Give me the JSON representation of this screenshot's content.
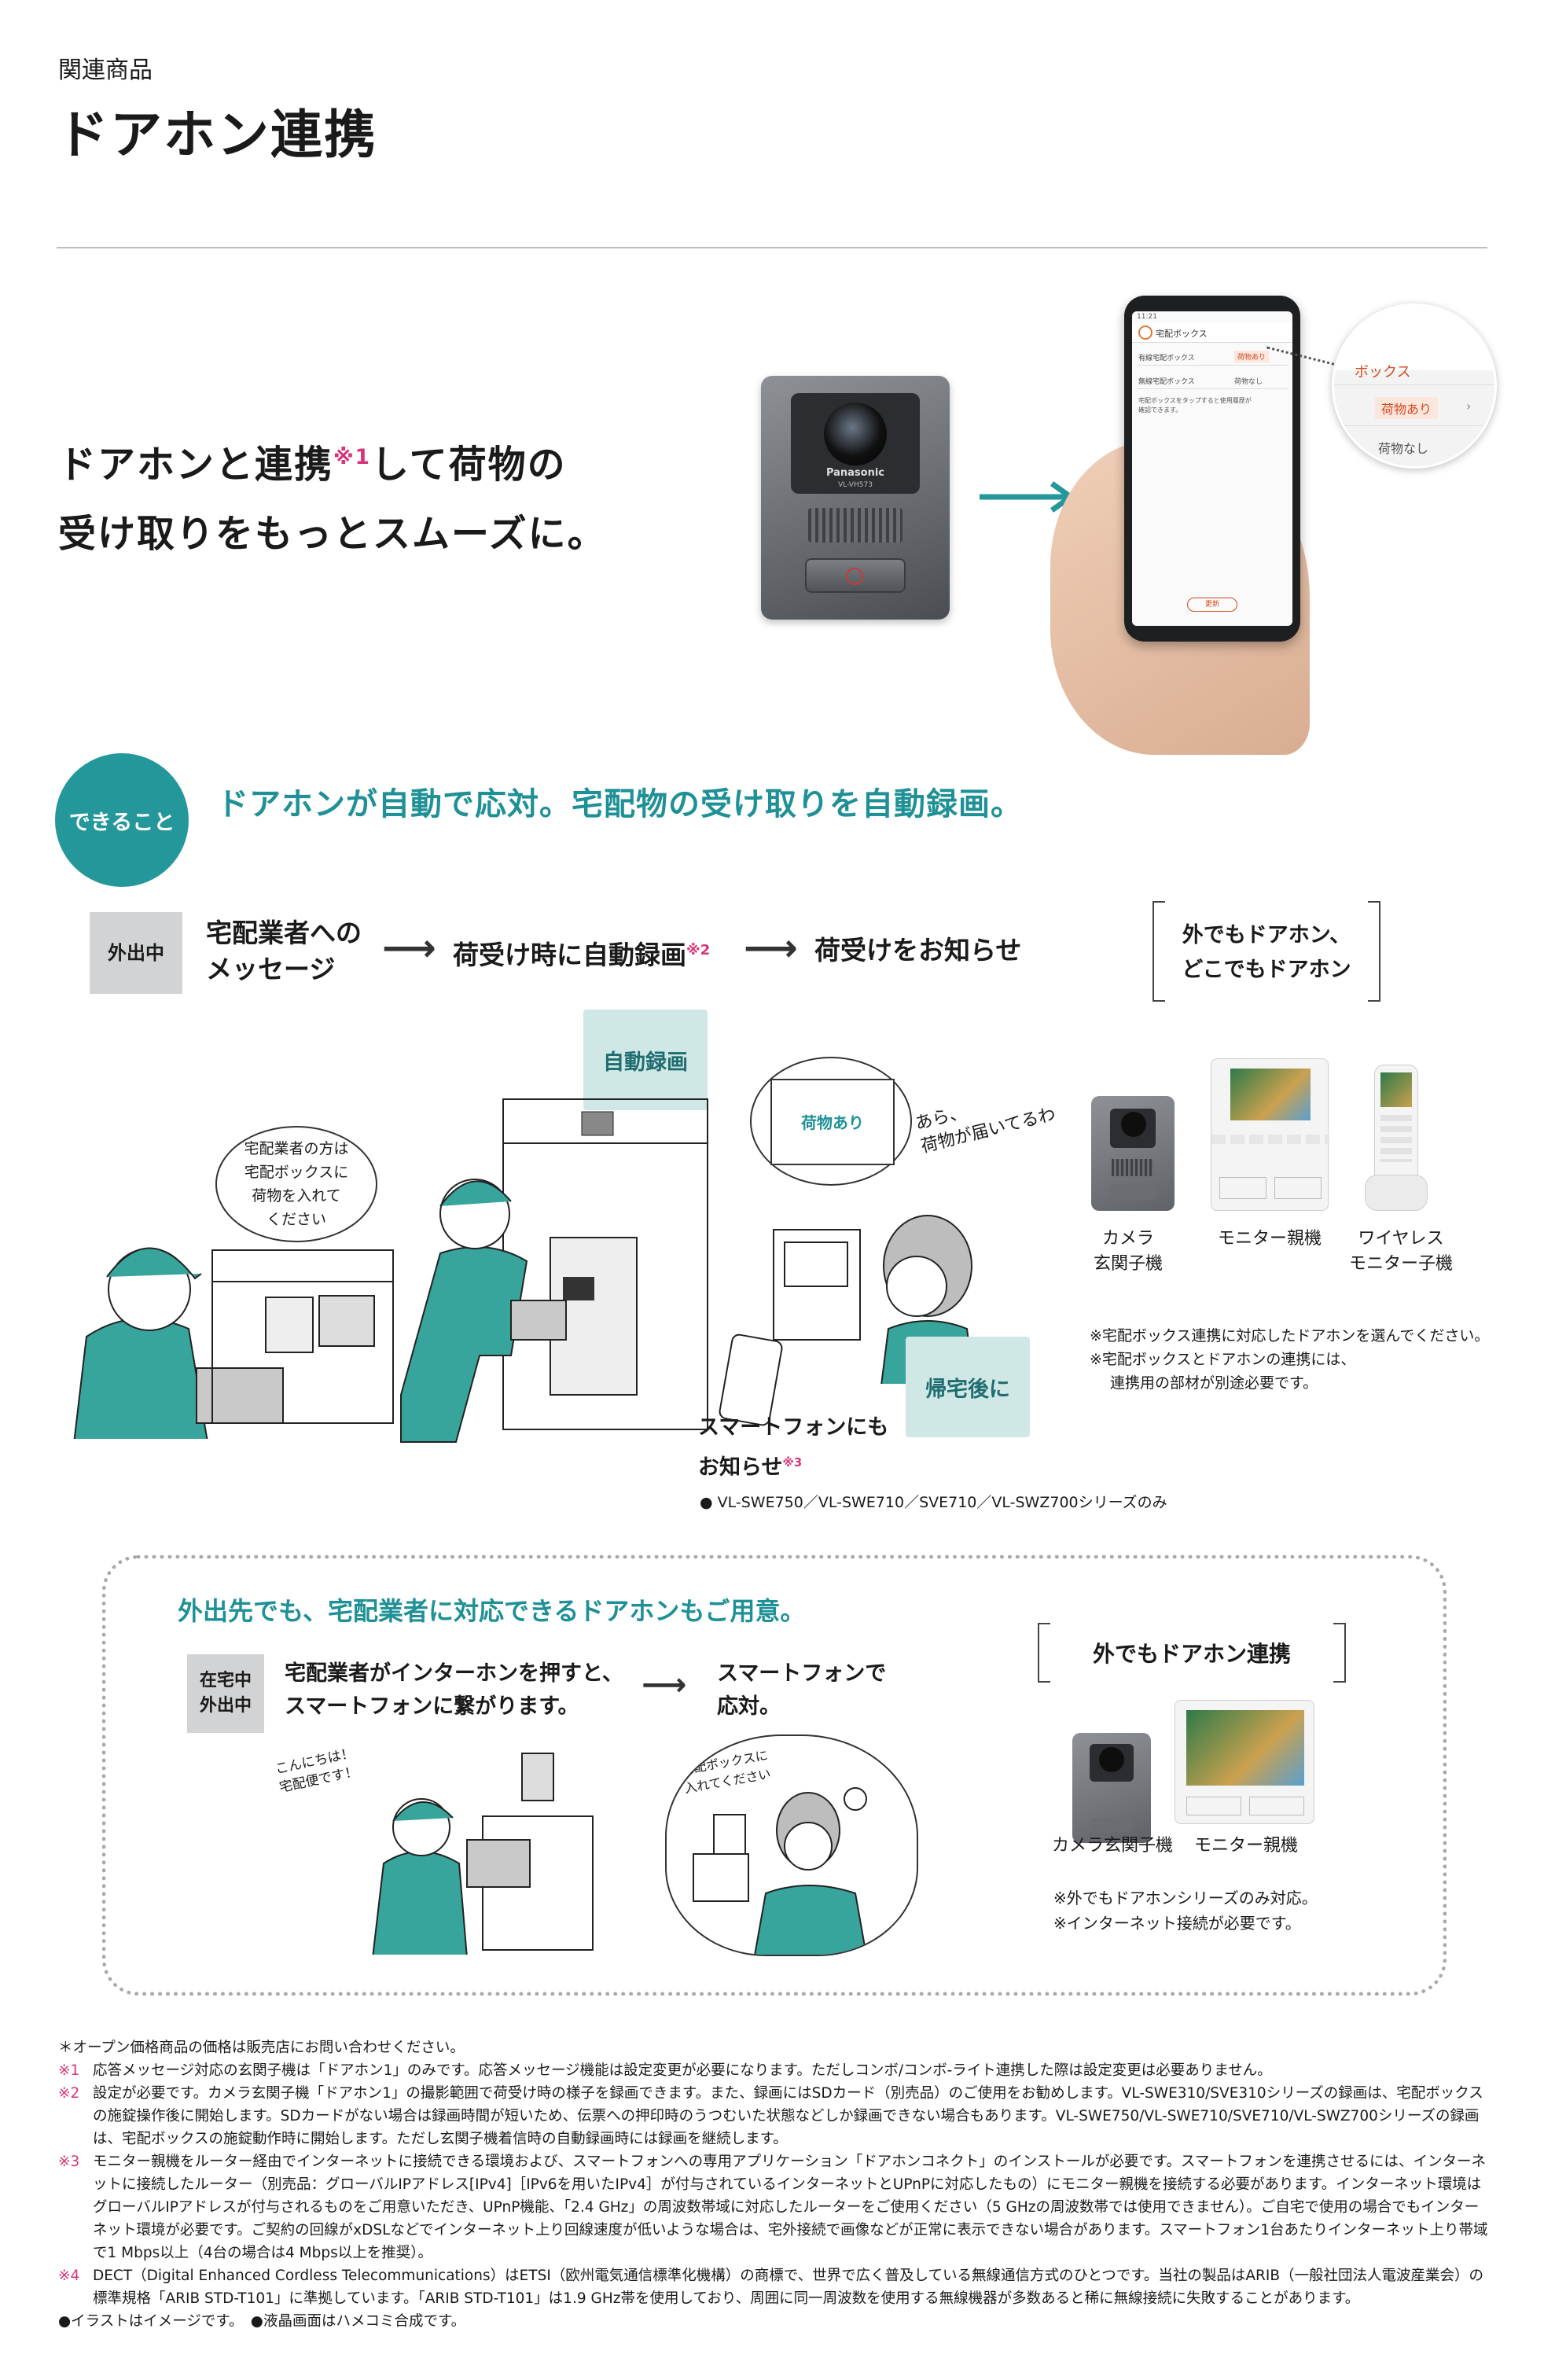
{
  "header": {
    "category": "関連商品",
    "title": "ドアホン連携"
  },
  "hero": {
    "headline_a": "ドアホンと連携",
    "headline_ref": "※1",
    "headline_b": "して荷物の",
    "headline_c": "受け取りをもっとスムーズに。",
    "doorbell_brand": "Panasonic",
    "doorbell_model": "VL-VH573",
    "phone_screen": {
      "status_time": "11:21",
      "app_title": "宅配ボックス",
      "row1_label": "有線宅配ボックス",
      "row1_value": "荷物あり",
      "row2_label": "無線宅配ボックス",
      "row2_value": "荷物なし",
      "hint": "宅配ボックスをタップすると使用履歴が確認できます。",
      "button": "更新"
    },
    "zoom": {
      "title": "ボックス",
      "value_on": "荷物あり",
      "value_off": "荷物なし"
    }
  },
  "can": {
    "badge": "できること",
    "headline": "ドアホンが自動で応対。宅配物の受け取りを自動録画。"
  },
  "flow": {
    "tag": "外出中",
    "step1_a": "宅配業者への",
    "step1_b": "メッセージ",
    "step2": "荷受け時に自動録画",
    "step2_ref": "※2",
    "step3": "荷受けをお知らせ",
    "arrow": "⟶",
    "outside": {
      "line1": "外でもドアホン、",
      "line2": "どこでもドアホン"
    }
  },
  "illustrations": {
    "bubble": [
      "宅配業者の方は",
      "宅配ボックスに",
      "荷物を入れて",
      "ください"
    ],
    "auto_record": "自動録画",
    "screen_text": "荷物あり",
    "handwritten": [
      "あら、",
      "荷物が届いてるわ"
    ],
    "after_home": "帰宅後に",
    "smartphone_a": "スマートフォンにも",
    "smartphone_b": "お知らせ",
    "smartphone_ref": "※3"
  },
  "devices1": {
    "camera_a": "カメラ",
    "camera_b": "玄関子機",
    "monitor": "モニター親機",
    "wireless_a": "ワイヤレス",
    "wireless_b": "モニター子機",
    "note1": "※宅配ボックス連携に対応したドアホンを選んでください。",
    "note2": "※宅配ボックスとドアホンの連携には、",
    "note3": "連携用の部材が別途必要です。",
    "series_note": "● VL-SWE750／VL-SWE710／SVE710／VL-SWZ700シリーズのみ"
  },
  "panel": {
    "headline": "外出先でも、宅配業者に対応できるドアホンもご用意。",
    "tag_a": "在宅中",
    "tag_b": "外出中",
    "text1_a": "宅配業者がインターホンを押すと、",
    "text1_b": "スマートフォンに繋がります。",
    "arrow": "⟶",
    "text2_a": "スマートフォンで",
    "text2_b": "応対。",
    "speech_left": [
      "こんにちは！",
      "宅配便です！"
    ],
    "speech_right": [
      "宅配ボックスに",
      "入れてください"
    ],
    "outside_title": "外でもドアホン連携",
    "camera": "カメラ玄関子機",
    "monitor": "モニター親機",
    "note1": "※外でもドアホンシリーズのみ対応。",
    "note2": "※インターネット接続が必要です。"
  },
  "footnotes": {
    "open_price": "＊オープン価格商品の価格は販売店にお問い合わせください。",
    "n1_mark": "※1",
    "n1": "応答メッセージ対応の玄関子機は「ドアホン1」のみです。応答メッセージ機能は設定変更が必要になります。ただしコンボ/コンボ-ライト連携した際は設定変更は必要ありません。",
    "n2_mark": "※2",
    "n2": "設定が必要です。カメラ玄関子機「ドアホン1」の撮影範囲で荷受け時の様子を録画できます。また、録画にはSDカード（別売品）のご使用をお勧めします。VL-SWE310/SVE310シリーズの録画は、宅配ボックスの施錠操作後に開始します。SDカードがない場合は録画時間が短いため、伝票への押印時のうつむいた状態などしか録画できない場合もあります。VL-SWE750/VL-SWE710/SVE710/VL-SWZ700シリーズの録画は、宅配ボックスの施錠動作時に開始します。ただし玄関子機着信時の自動録画時には録画を継続します。",
    "n3_mark": "※3",
    "n3": "モニター親機をルーター経由でインターネットに接続できる環境および、スマートフォンへの専用アプリケーション「ドアホンコネクト」のインストールが必要です。スマートフォンを連携させるには、インターネットに接続したルーター（別売品：グローバルIPアドレス[IPv4]［IPv6を用いたIPv4］が付与されているインターネットとUPnPに対応したもの）にモニター親機を接続する必要があります。インターネット環境はグローバルIPアドレスが付与されるものをご用意いただき、UPnP機能、「2.4 GHz」の周波数帯域に対応したルーターをご使用ください（5 GHzの周波数帯では使用できません）。ご自宅で使用の場合でもインターネット環境が必要です。ご契約の回線がxDSLなどでインターネット上り回線速度が低いような場合は、宅外接続で画像などが正常に表示できない場合があります。スマートフォン1台あたりインターネット上り帯域で1 Mbps以上（4台の場合は4 Mbps以上を推奨）。",
    "n4_mark": "※4",
    "n4": "DECT（Digital Enhanced Cordless Telecommunications）はETSI（欧州電気通信標準化機構）の商標で、世界で広く普及している無線通信方式のひとつです。当社の製品はARIB（一般社団法人電波産業会）の標準規格「ARIB STD-T101」に準拠しています。「ARIB STD-T101」は1.9 GHz帯を使用しており、周囲に同一周波数を使用する無線機器が多数あると稀に無線接続に失敗することがあります。",
    "illust": "●イラストはイメージです。　●液晶画面はハメコミ合成です。"
  },
  "colors": {
    "teal": "#24979b",
    "pink": "#d9337a",
    "tag_gray": "#d2d3d4",
    "teal_light": "#cfe8e6"
  }
}
